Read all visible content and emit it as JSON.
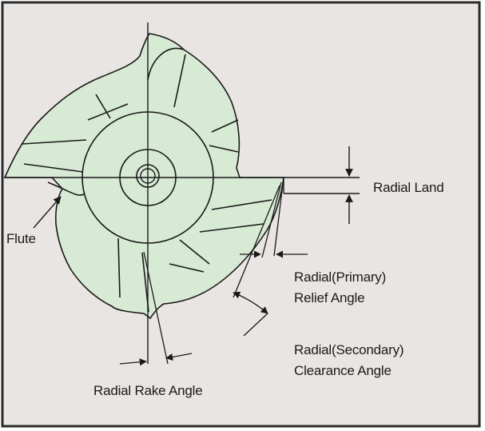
{
  "colors": {
    "background": "#e9e5e3",
    "border": "#2b2b2b",
    "cutter_fill": "#d7ead4",
    "line": "#1a1a1a"
  },
  "labels": {
    "radial_land": "Radial Land",
    "flute": "Flute",
    "primary_relief_line1": "Radial(Primary)",
    "primary_relief_line2": "Relief Angle",
    "secondary_clearance_line1": "Radial(Secondary)",
    "secondary_clearance_line2": "Clearance Angle",
    "radial_rake_angle": "Radial Rake Angle"
  }
}
